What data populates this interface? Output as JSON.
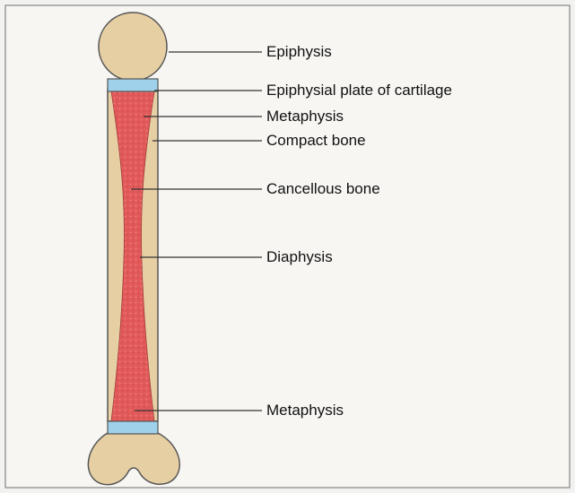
{
  "labels": {
    "epiphysis": "Epiphysis",
    "epiphysial_plate": "Epiphysial plate of cartilage",
    "metaphysis_upper": "Metaphysis",
    "compact_bone": "Compact bone",
    "cancellous_bone": "Cancellous bone",
    "diaphysis": "Diaphysis",
    "metaphysis_lower": "Metaphysis"
  },
  "colors": {
    "bone_shell": "#e7cfa4",
    "marrow": "#e25a5a",
    "cartilage_plate": "#9fd2ea",
    "outline": "#555555",
    "leader_line": "#333333",
    "background": "#f2f2f0"
  }
}
